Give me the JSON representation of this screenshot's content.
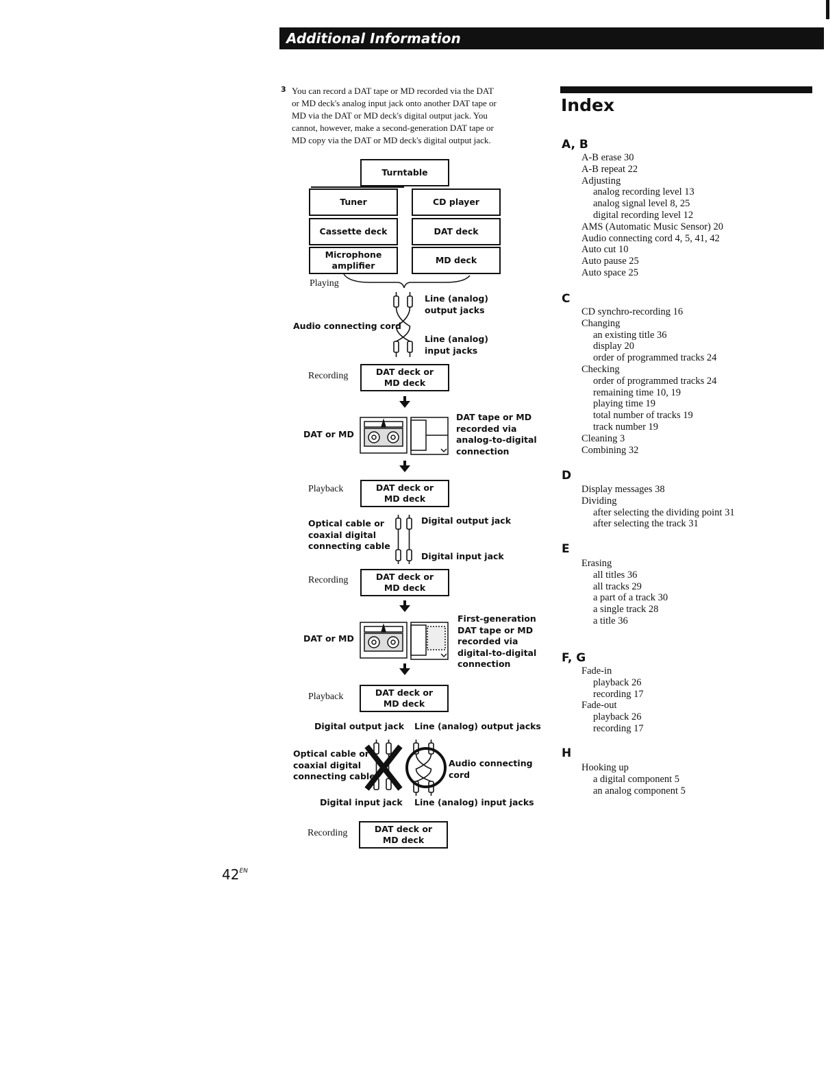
{
  "header": {
    "title": "Additional Information"
  },
  "intro": {
    "step": "3",
    "lines": [
      "You can record a DAT tape or MD recorded via the DAT",
      "or MD deck's analog input jack onto another DAT tape or",
      "MD via the DAT or MD deck's digital output jack. You",
      "cannot, however, make a second-generation DAT tape or",
      "MD copy via the DAT or MD deck's digital output jack."
    ]
  },
  "diagram": {
    "turntable": "Turntable",
    "tuner": "Tuner",
    "cd_player": "CD player",
    "cassette_deck": "Cassette deck",
    "dat_deck": "DAT deck",
    "microphone_amplifier": "Microphone amplifier",
    "md_deck": "MD deck",
    "playing": "Playing",
    "line_output": "Line (analog)\noutput jacks",
    "audio_cord": "Audio connecting cord",
    "line_input": "Line (analog)\ninput jacks",
    "recording": "Recording",
    "playback": "Playback",
    "dat_or_md_deck": "DAT deck or\nMD deck",
    "dat_or_md": "DAT or MD",
    "analog_recorded": "DAT tape or MD\nrecorded via\nanalog-to-digital\nconnection",
    "optical_cable": "Optical cable or\ncoaxial digital\nconnecting cable",
    "digital_output_jack": "Digital output jack",
    "digital_input_jack": "Digital input jack",
    "first_gen": "First-generation\nDAT tape or MD\nrecorded via\ndigital-to-digital\nconnection",
    "line_output_jacks": "Line (analog) output jacks",
    "line_input_jacks": "Line (analog) input jacks",
    "optical_cable_2": "Optical cable or\ncoaxial digital\nconnecting cable",
    "audio_connecting": "Audio connecting\ncord"
  },
  "index": {
    "title": "Index",
    "sections": [
      {
        "letter": "A, B",
        "entries": [
          {
            "text": "A-B erase  30",
            "level": 0
          },
          {
            "text": "A-B repeat  22",
            "level": 0
          },
          {
            "text": "Adjusting",
            "level": 0
          },
          {
            "text": "analog recording level  13",
            "level": 1
          },
          {
            "text": "analog signal level  8, 25",
            "level": 1
          },
          {
            "text": "digital recording level  12",
            "level": 1
          },
          {
            "text": "AMS (Automatic Music Sensor)  20",
            "level": 0
          },
          {
            "text": "Audio connecting cord  4, 5, 41, 42",
            "level": 0
          },
          {
            "text": "Auto cut  10",
            "level": 0
          },
          {
            "text": "Auto pause  25",
            "level": 0
          },
          {
            "text": "Auto space  25",
            "level": 0
          }
        ]
      },
      {
        "letter": "C",
        "entries": [
          {
            "text": "CD synchro-recording  16",
            "level": 0
          },
          {
            "text": "Changing",
            "level": 0
          },
          {
            "text": "an existing title  36",
            "level": 1
          },
          {
            "text": "display  20",
            "level": 1
          },
          {
            "text": "order of programmed tracks  24",
            "level": 1
          },
          {
            "text": "Checking",
            "level": 0
          },
          {
            "text": "order of programmed tracks  24",
            "level": 1
          },
          {
            "text": "remaining time  10, 19",
            "level": 1
          },
          {
            "text": "playing time  19",
            "level": 1
          },
          {
            "text": "total number of tracks  19",
            "level": 1
          },
          {
            "text": "track number  19",
            "level": 1
          },
          {
            "text": "Cleaning  3",
            "level": 0
          },
          {
            "text": "Combining  32",
            "level": 0
          }
        ]
      },
      {
        "letter": "D",
        "entries": [
          {
            "text": "Display messages  38",
            "level": 0
          },
          {
            "text": "Dividing",
            "level": 0
          },
          {
            "text": "after selecting the dividing point  31",
            "level": 1
          },
          {
            "text": "after selecting the track  31",
            "level": 1
          }
        ]
      },
      {
        "letter": "E",
        "entries": [
          {
            "text": "Erasing",
            "level": 0
          },
          {
            "text": "all titles  36",
            "level": 1
          },
          {
            "text": "all tracks  29",
            "level": 1
          },
          {
            "text": "a part of a track  30",
            "level": 1
          },
          {
            "text": "a single track  28",
            "level": 1
          },
          {
            "text": "a title  36",
            "level": 1
          }
        ]
      },
      {
        "letter": "F, G",
        "entries": [
          {
            "text": "Fade-in",
            "level": 0
          },
          {
            "text": "playback  26",
            "level": 1
          },
          {
            "text": "recording  17",
            "level": 1
          },
          {
            "text": "Fade-out",
            "level": 0
          },
          {
            "text": "playback  26",
            "level": 1
          },
          {
            "text": "recording  17",
            "level": 1
          }
        ]
      },
      {
        "letter": "H",
        "entries": [
          {
            "text": "Hooking up",
            "level": 0
          },
          {
            "text": "a digital component  5",
            "level": 1
          },
          {
            "text": "an analog component  5",
            "level": 1
          }
        ]
      }
    ]
  },
  "footer": {
    "page_number": "42",
    "page_suffix": "EN"
  }
}
